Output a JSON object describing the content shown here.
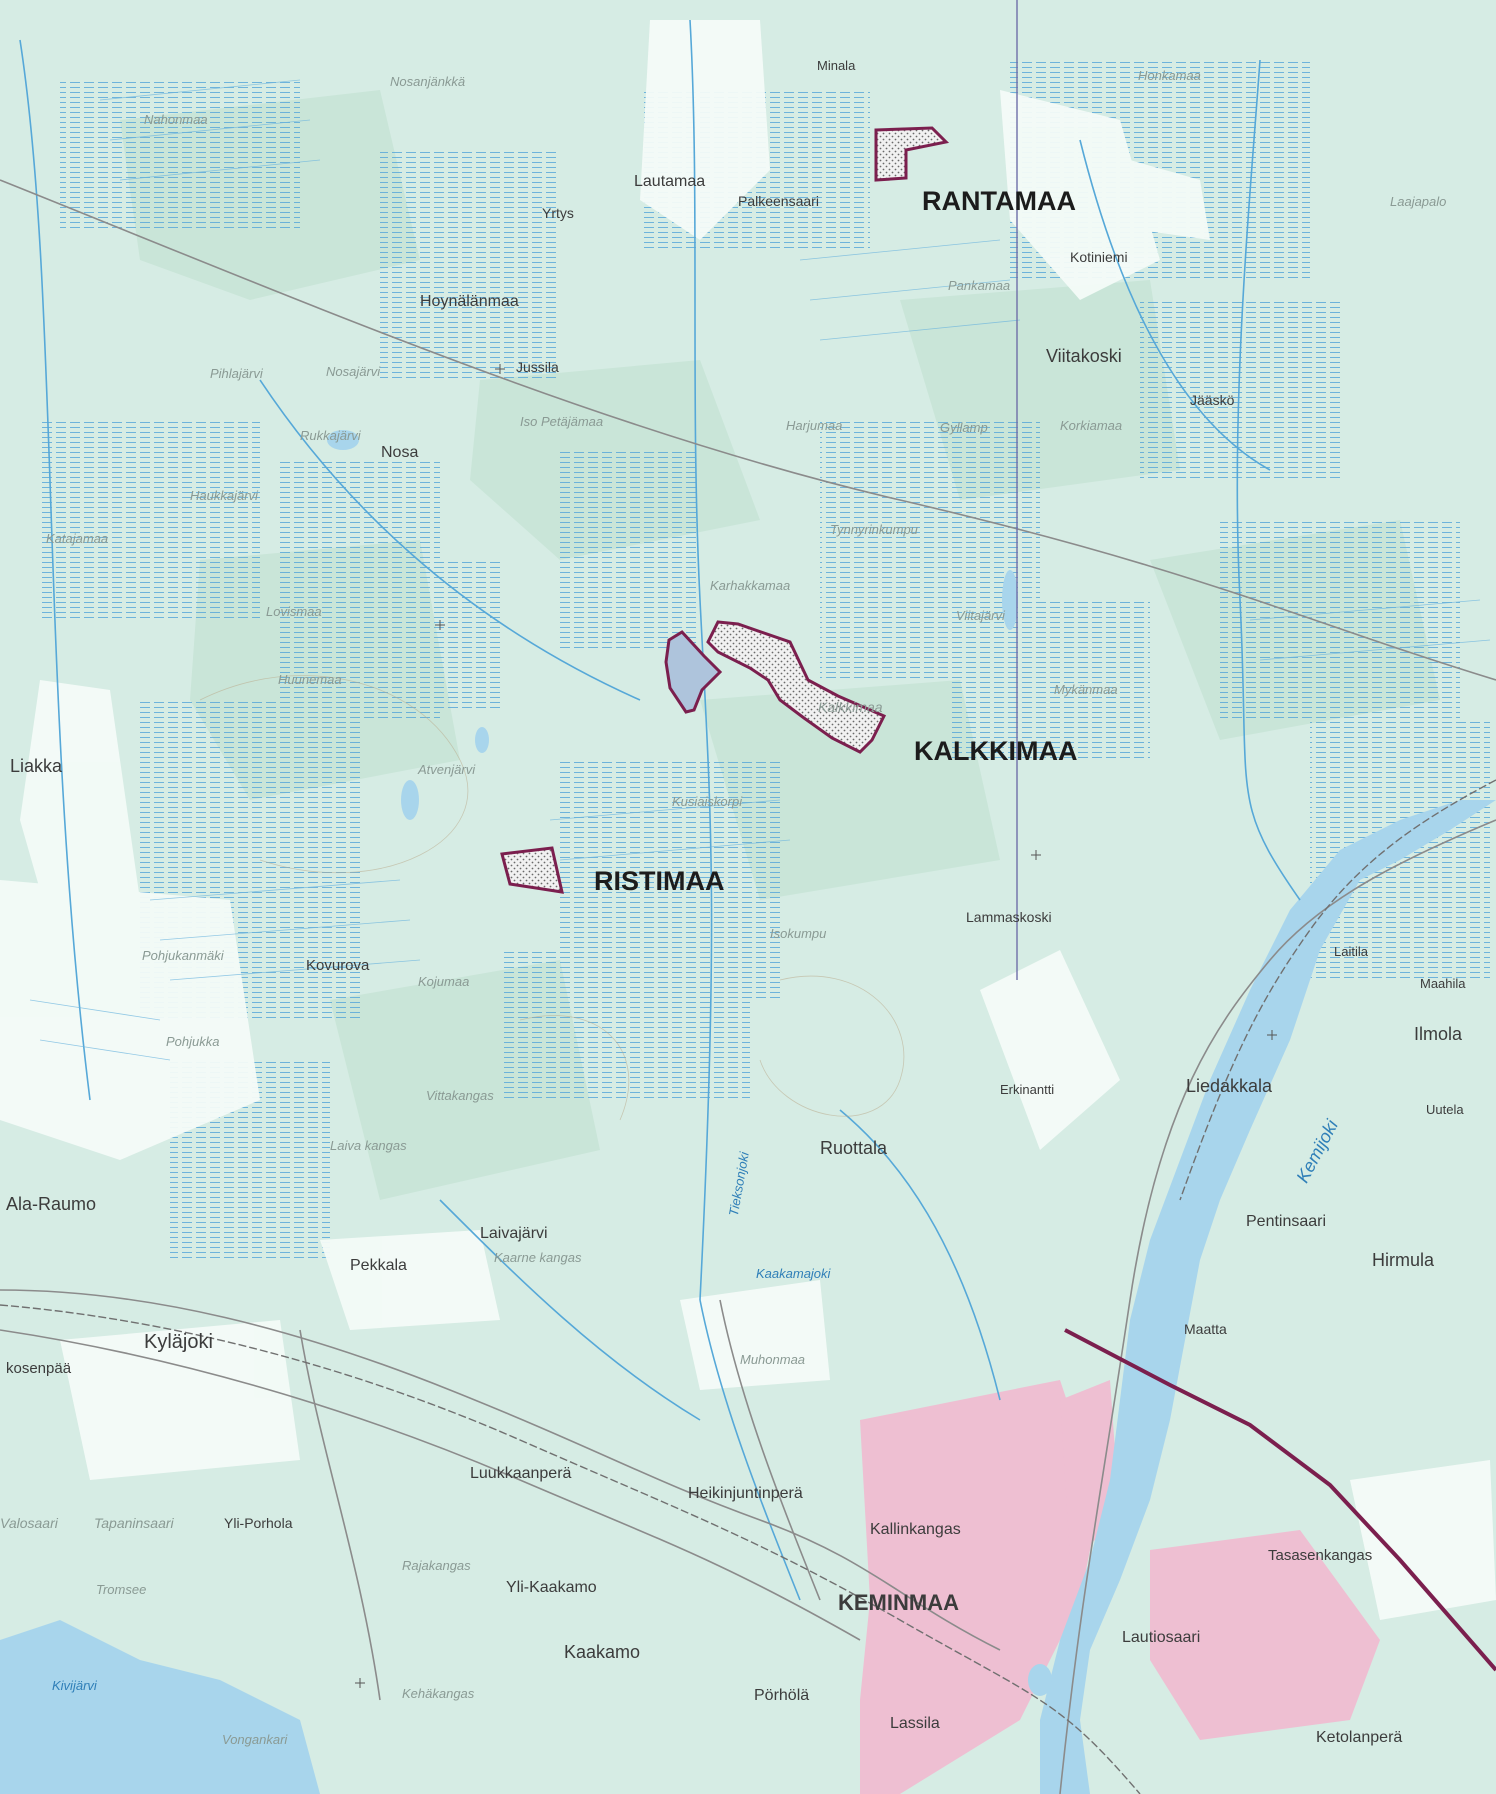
{
  "colors": {
    "land": "#d6ece4",
    "forest": "#cbe6da",
    "open_land": "#f4fbf8",
    "water": "#a8d5ec",
    "stream": "#56a8d8",
    "urban": "#eebfd2",
    "boundary": "#7b1f4e",
    "road": "#8b8b8b",
    "contour": "#b9a98a"
  },
  "areas": {
    "rantamaa": "RANTAMAA",
    "kalkkimaa": "KALKKIMAA",
    "ristimaa": "RISTIMAA"
  },
  "places": {
    "minala": "Minala",
    "lautamaa": "Lautamaa",
    "palkeensaari": "Palkeensaari",
    "yrtys": "Yrtys",
    "hoynalanmaa": "Hoynälänmaa",
    "jussila": "Jussila",
    "nosa": "Nosa",
    "viitakoski": "Viitakoski",
    "jaasko": "Jääskö",
    "kotiniemi": "Kotiniemi",
    "liakka": "Liakka",
    "kovurova": "Kovurova",
    "lammaskoski": "Lammaskoski",
    "liedakkala": "Liedakkala",
    "ilmola": "Ilmola",
    "erkinantti": "Erkinantti",
    "ruottala": "Ruottala",
    "ala_raumo": "Ala-Raumo",
    "laivajarvi": "Laivajärvi",
    "pekkala": "Pekkala",
    "kylajoki": "Kyläjoki",
    "kosenpaa": "kosenpää",
    "luukkaanpera": "Luukkaanperä",
    "heikinjuntinpera": "Heikinjuntinperä",
    "yli_porhola": "Yli-Porhola",
    "kallinkangas": "Kallinkangas",
    "yli_kaakamo": "Yli-Kaakamo",
    "keminmaa": "KEMINMAA",
    "kaakamo": "Kaakamo",
    "porhola": "Pörhölä",
    "lassila": "Lassila",
    "lautiosaari": "Lautiosaari",
    "tasasenkangas": "Tasasenkangas",
    "ketolanpera": "Ketolanperä",
    "pentinsaari": "Pentinsaari",
    "hirmula": "Hirmula",
    "maatta": "Maatta",
    "laitila": "Laitila",
    "maahila": "Maahila",
    "uutela": "Uutela",
    "tapaninsaari": "Tapaninsaari",
    "valosaari": "Valosaari"
  },
  "terrain_names": {
    "nahonmaa": "Nahonmaa",
    "nosanjankka": "Nosanjänkkä",
    "honkamaa": "Honkamaa",
    "laajapalo": "Laajapalo",
    "pankamaa": "Pankamaa",
    "karhakkamaa": "Karhakkamaa",
    "katajamaa": "Katajamaa",
    "lovismaa": "Lovismaa",
    "huunemaa": "Huunemaa",
    "atvenjarvi": "Atvenjärvi",
    "kusiaiskorpi": "Kusiaiskorpi",
    "isokumpu": "Isokumpu",
    "mykanmaa": "Mykänmaa",
    "viitajarvi": "Viitajärvi",
    "kojumaa": "Kojumaa",
    "vittakangas": "Vittakangas",
    "muhonmaa": "Muhonmaa",
    "kehakangas": "Kehäkangas",
    "pohjukka": "Pohjukka",
    "pohjukanmaki": "Pohjukanmäki",
    "tromsee": "Tromsee",
    "pihlajarvi": "Pihlajärvi",
    "haukkajarvi": "Haukkajärvi",
    "nosajarvi": "Nosajärvi",
    "rukkajarvi": "Rukkajärvi",
    "petajamaa": "Iso Petäjämaa",
    "harjumaa": "Harjumaa",
    "gvujamp": "Gyllamp",
    "korkiamaa": "Korkiamaa",
    "tynnyrinkumpu": "Tynnyrinkumpu",
    "kaukamajoki": "Kaakamajoki",
    "rajakangas": "Rajakangas",
    "laivakangas": "Laiva kangas",
    "kaarnekangas": "Kaarne kangas",
    "vongankari": "Vongankari"
  },
  "water_names": {
    "kemijoki": "Kemijoki",
    "tieksonjoki": "Tieksonjoki",
    "kivijarvi": "Kivijärvi"
  },
  "area_markers": {
    "kalkkimaa_small": "Kalkkimaa"
  }
}
